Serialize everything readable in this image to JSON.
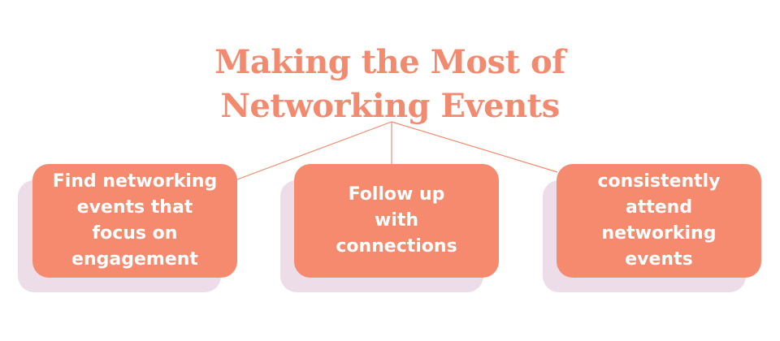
{
  "title": {
    "line1": "Making the Most of",
    "line2": "Networking Events"
  },
  "boxes": [
    {
      "text": "Find networking\nevents that\nfocus on\nengagement"
    },
    {
      "text": "Follow up\nwith\nconnections"
    },
    {
      "text": "consistently\nattend\nnetworking\nevents"
    }
  ],
  "colors": {
    "accent": "#f68a6f",
    "title": "#f28a6f",
    "shadow": "#ecdde9",
    "box_text": "#ffffff",
    "connector": "#f28a6f"
  }
}
